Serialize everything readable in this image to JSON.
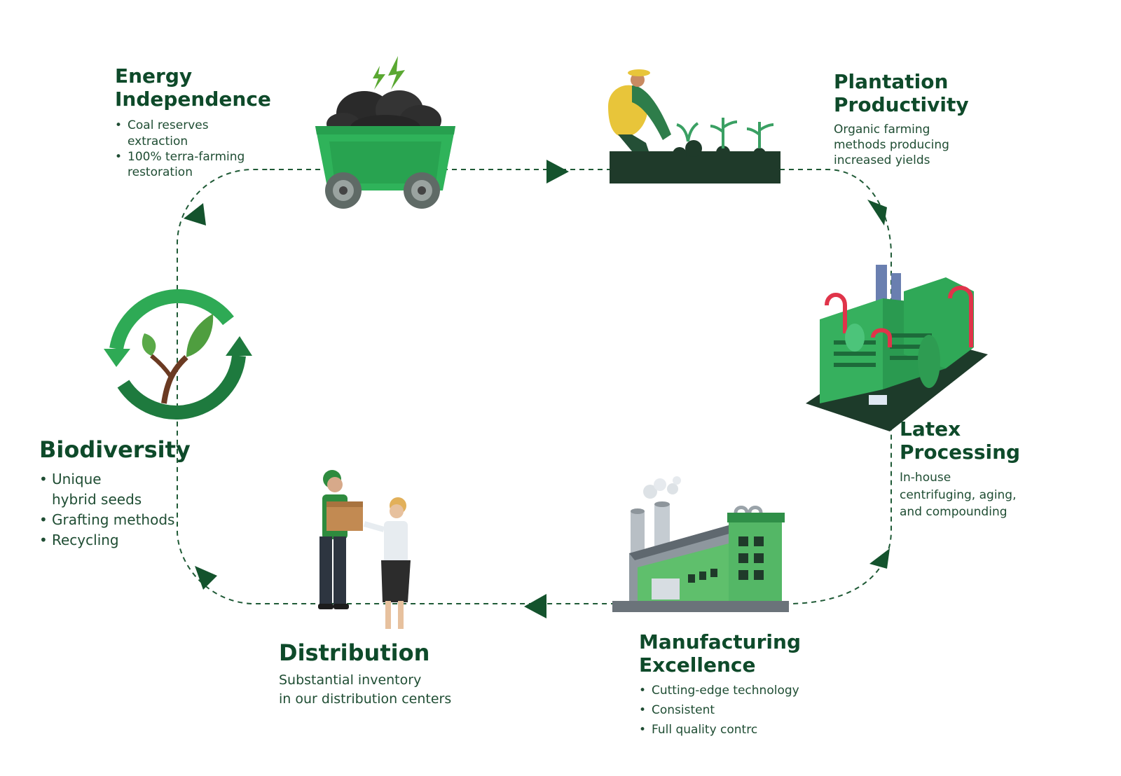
{
  "stages": {
    "energy": {
      "title_line1": "Energy",
      "title_line2": "Independence",
      "bullets": [
        "Coal reserves extraction",
        "100% terra-farming restoration"
      ]
    },
    "plantation": {
      "title_line1": "Plantation",
      "title_line2": "Productivity",
      "desc_lines": [
        "Organic farming",
        "methods producing",
        "increased yields"
      ]
    },
    "latex": {
      "title_line1": "Latex",
      "title_line2": "Processing",
      "desc_lines": [
        "In-house",
        "centrifuging, aging,",
        "and compounding"
      ]
    },
    "manufacturing": {
      "title_line1": "Manufacturing",
      "title_line2": "Excellence",
      "bullets": [
        "Cutting-edge technology",
        "Consistent",
        "Full quality contrc"
      ]
    },
    "distribution": {
      "title": "Distribution",
      "desc_lines": [
        "Substantial inventory",
        "in our distribution centers"
      ]
    },
    "biodiversity": {
      "title": "Biodiversity",
      "bullets": [
        "Unique hybrid seeds",
        "Grafting methods",
        "Recycling"
      ]
    }
  },
  "colors": {
    "title": "#0e4a2a",
    "text": "#1f4d33",
    "cycle_line": "#1f5a36",
    "accent_green": "#2eaa55",
    "dark_green": "#1e7a3e"
  },
  "icons": {
    "energy": "coal-cart-icon",
    "plantation": "farmer-planting-icon",
    "latex": "factory-plant-icon",
    "manufacturing": "manufacturing-building-icon",
    "distribution": "delivery-handover-icon",
    "biodiversity": "sprout-recycle-icon"
  }
}
